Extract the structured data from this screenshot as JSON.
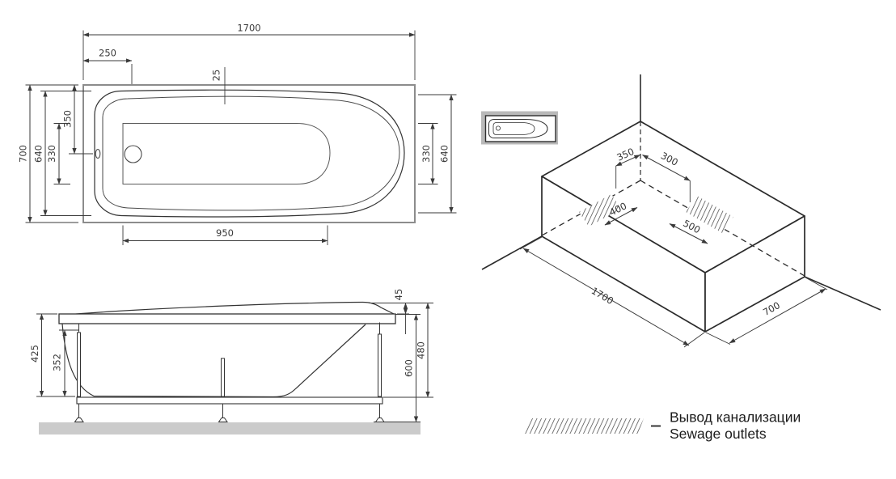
{
  "views": {
    "top": {
      "length": "1700",
      "drain_offset": "250",
      "rim_edge": "25",
      "width": "700",
      "rim_width_left": "640",
      "half_width": "350",
      "basin_width_left": "330",
      "basin_width_right": "330",
      "rim_width_right": "640",
      "basin_length": "950"
    },
    "side": {
      "height_to_rim": "425",
      "inner_depth": "352",
      "backrest_rise": "45",
      "height_total": "480",
      "height_floor": "600"
    },
    "iso": {
      "outlet1_offset": "350",
      "outlet2_offset": "300",
      "outlet1_width": "400",
      "outlet2_width": "500",
      "length": "1700",
      "width": "700"
    }
  },
  "legend": {
    "label_ru": "Вывод канализации",
    "label_en": "Sewage outlets"
  },
  "colors": {
    "line": "#333333",
    "dim": "#3a3a3a",
    "outer_rect": "#8c8c8c",
    "floor": "#cbcbcb",
    "thumb_wall": "#b9b9b9",
    "hatch": "#3f3f3f"
  }
}
